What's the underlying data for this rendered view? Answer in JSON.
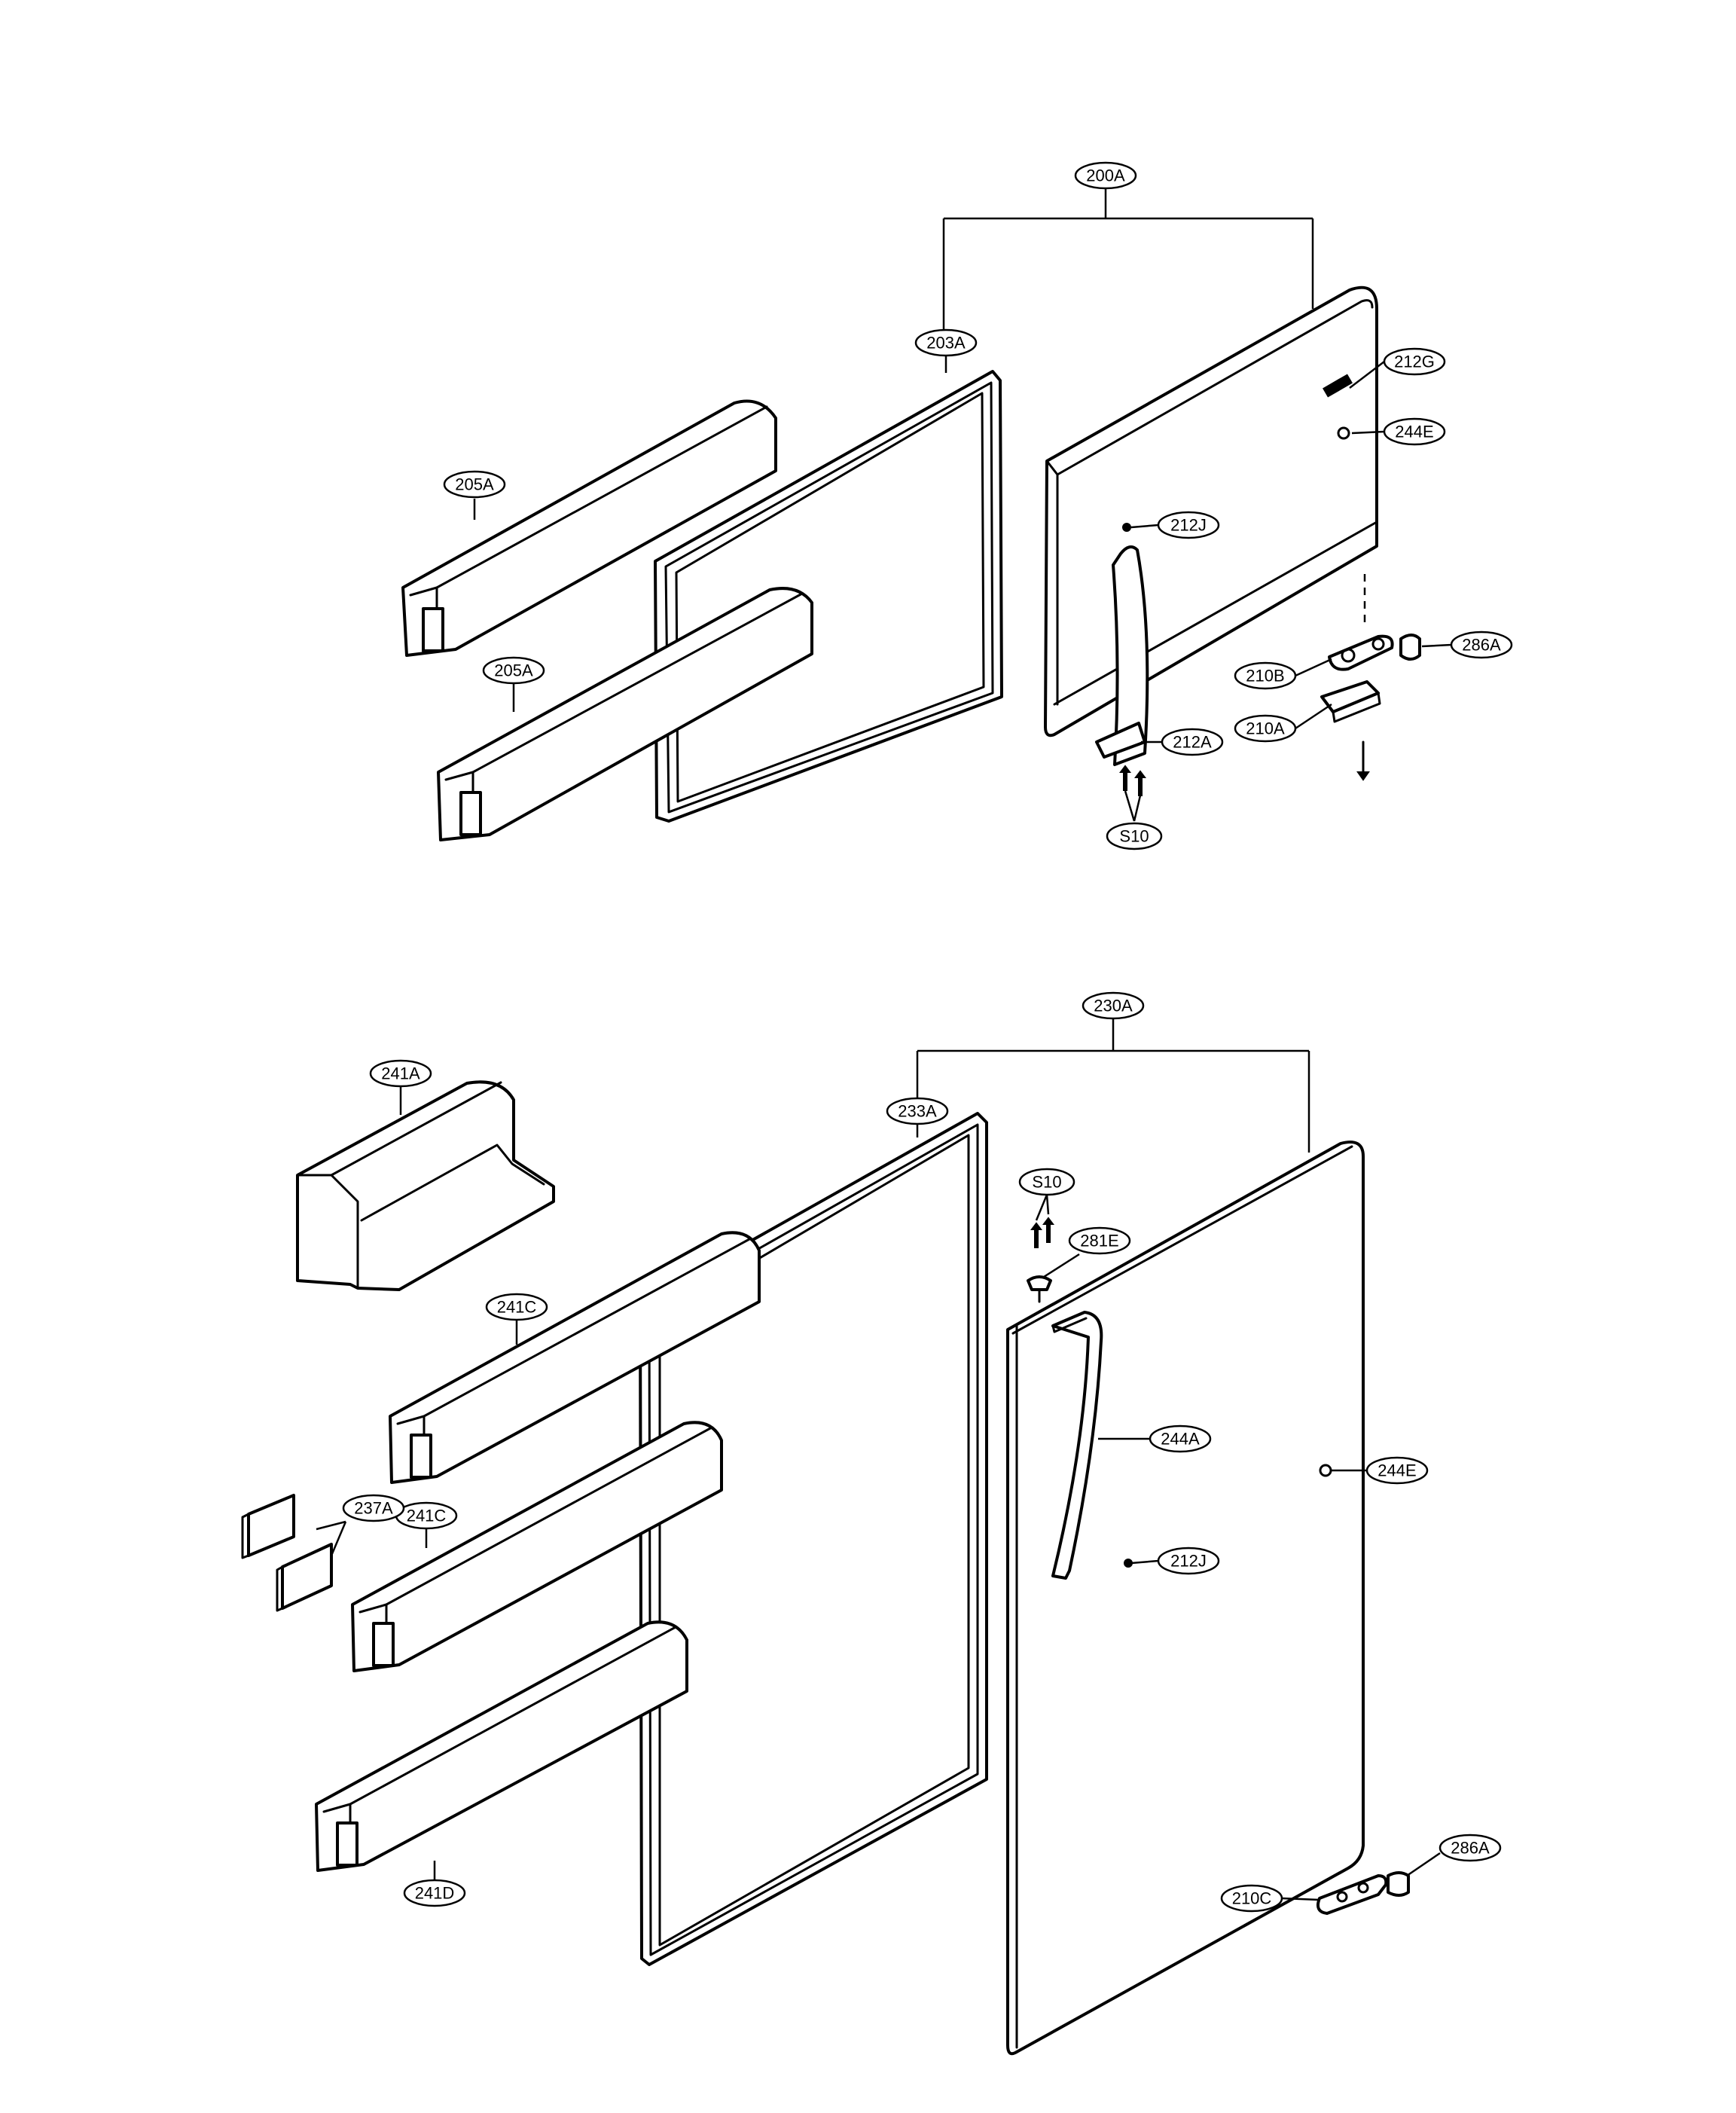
{
  "callouts": {
    "c200A": "200A",
    "c203A": "203A",
    "c205A_upper": "205A",
    "c205A_lower": "205A",
    "c212G": "212G",
    "c244E_top": "244E",
    "c212J_top": "212J",
    "c286A_top": "286A",
    "c210B": "210B",
    "c210A": "210A",
    "c212A": "212A",
    "c10_top": "S10",
    "c230A": "230A",
    "c233A": "233A",
    "c241A": "241A",
    "c241C_upper": "241C",
    "c241C_lower": "241C",
    "c241D": "241D",
    "c237A": "237A",
    "c10_bottom": "S10",
    "c281E": "281E",
    "c244A": "244A",
    "c244E_bottom": "244E",
    "c212J_bottom": "212J",
    "c286A_bottom": "286A",
    "c210C": "210C"
  }
}
